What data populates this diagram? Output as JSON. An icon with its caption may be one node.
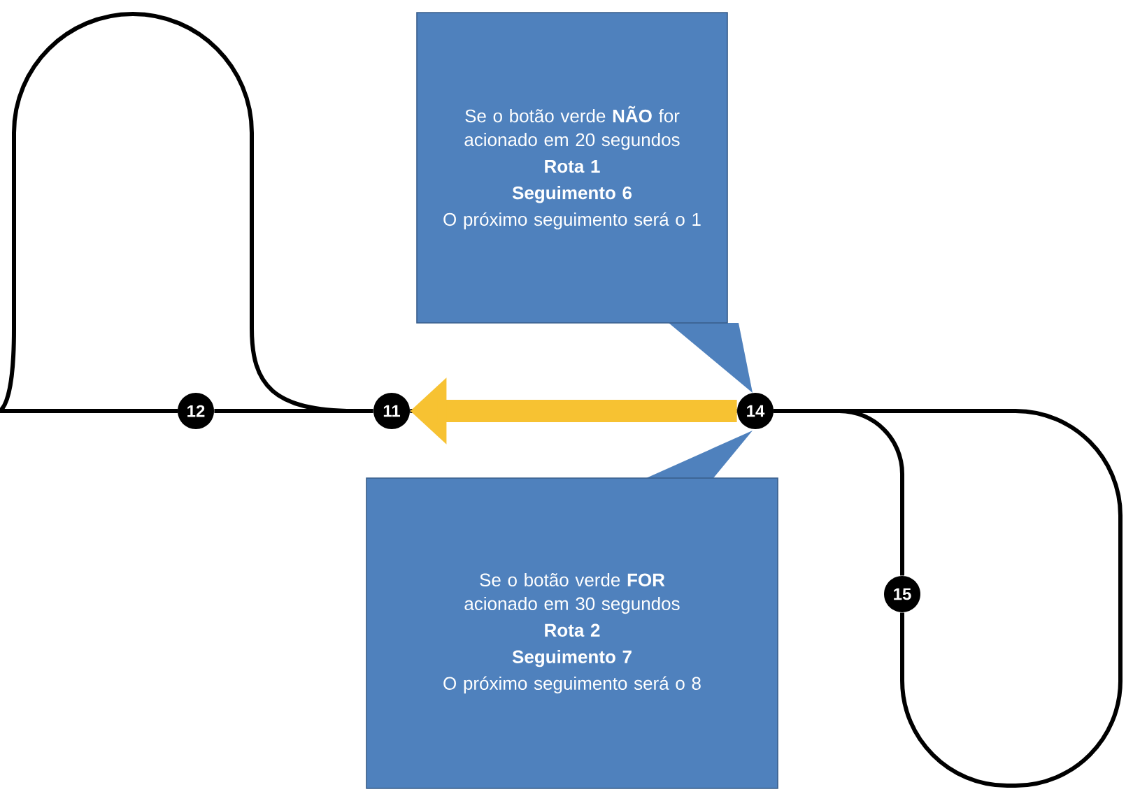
{
  "diagram": {
    "nodes": [
      {
        "text": [
          "Se o botão verde **NÃO** for acionado em 20 segundos",
          "Rota 1",
          "Seguimento 6",
          "O próximo seguimento será o 1"
        ]
      },
      {
        "text": [
          "12"
        ]
      },
      {
        "text": [
          "11"
        ]
      },
      {
        "text": [
          "14"
        ]
      },
      {
        "text": [
          "15"
        ]
      },
      {
        "text": [
          "Se o botão verde **FOR** acionado em 30 segundos",
          "Rota 2",
          "Seguimento 7",
          "O próximo seguimento será o 8"
        ]
      }
    ],
    "edges": [
      {
        "from": 1,
        "to": 2,
        "arrow": "none"
      },
      {
        "from": 2,
        "to": 3,
        "arrow": "none"
      },
      {
        "from": 3,
        "to": 2,
        "arrow": "to",
        "style": "thick",
        "color": "#f7c232"
      },
      {
        "from": 3,
        "to": 4,
        "arrow": "none"
      },
      {
        "from": 4,
        "to": 3,
        "arrow": "none"
      }
    ]
  }
}
